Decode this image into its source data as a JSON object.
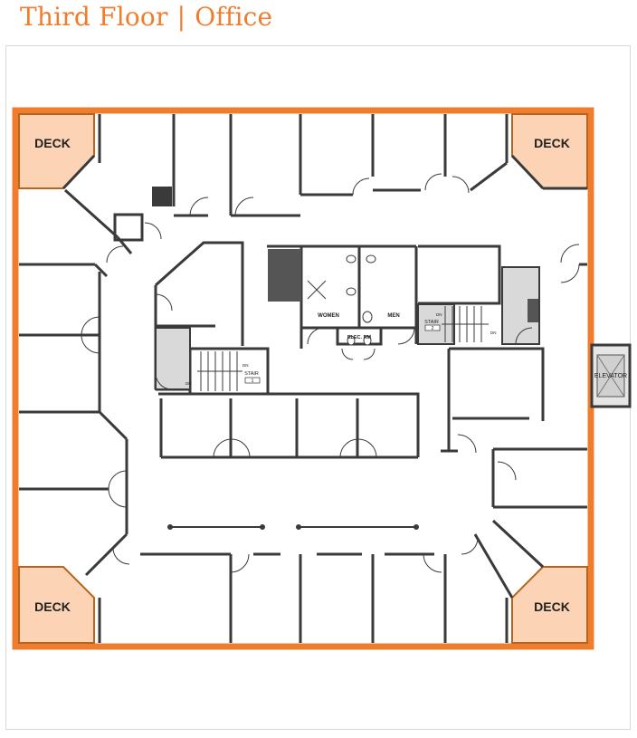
{
  "header": {
    "floor": "Third Floor",
    "separator": "|",
    "use": "Office"
  },
  "rooms": {
    "deck": "DECK",
    "women": "WOMEN",
    "men": "MEN",
    "elec": "ELEC. RM",
    "stair": "STAIR",
    "elevator": "ELEVATOR",
    "down": "DN",
    "stair_num_1": "1",
    "stair_num_2": "2"
  },
  "colors": {
    "accent": "#f07d2e",
    "deck_fill": "#fcd3b4",
    "wall": "#3a3a3a",
    "service": "#d9d9d9"
  }
}
